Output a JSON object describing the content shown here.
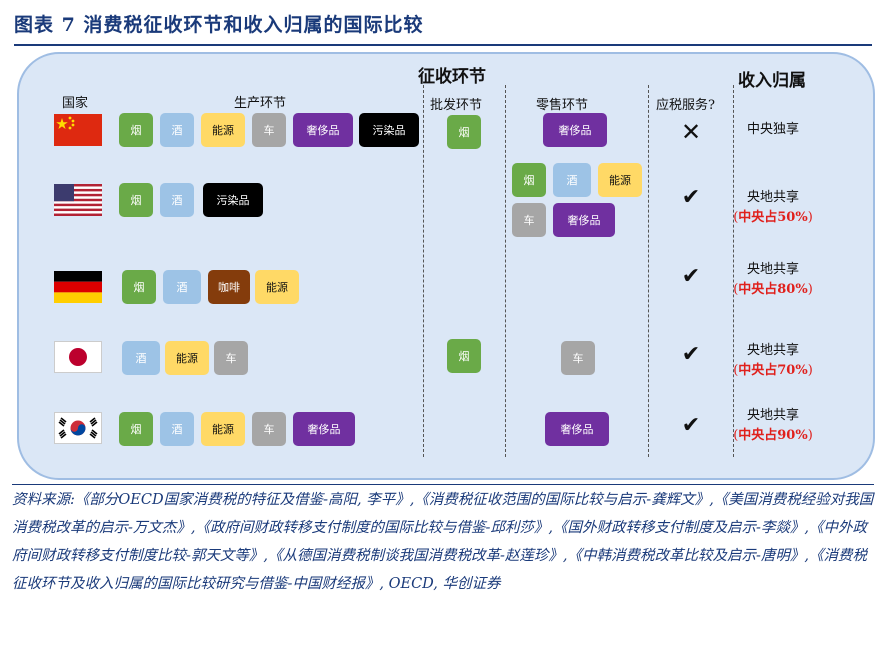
{
  "title": "图表 7   消费税征收环节和收入归属的国际比较",
  "headers": {
    "collection_stage": "征收环节",
    "revenue_attribution": "收入归属",
    "country": "国家",
    "production": "生产环节",
    "wholesale": "批发环节",
    "retail": "零售环节",
    "taxable_services": "应税服务?"
  },
  "colors": {
    "tobacco": "#6aaa48",
    "alcohol": "#9dc3e6",
    "energy": "#ffd966",
    "car": "#a6a6a6",
    "luxury": "#7030a0",
    "pollutant": "#000000",
    "coffee": "#843c0c"
  },
  "rows": [
    {
      "country": "china",
      "production": [
        "烟",
        "酒",
        "能源",
        "车",
        "奢侈品",
        "污染品"
      ],
      "wholesale": [
        "烟"
      ],
      "retail": [
        "奢侈品"
      ],
      "services": "✕",
      "share": "中央独享",
      "share_pct": ""
    },
    {
      "country": "usa",
      "production": [
        "烟",
        "酒",
        "污染品"
      ],
      "wholesale": [],
      "retail": [
        "烟",
        "酒",
        "能源",
        "车",
        "奢侈品"
      ],
      "services": "✔",
      "share": "央地共享",
      "share_pct": "中央占50%"
    },
    {
      "country": "germany",
      "production": [
        "烟",
        "酒",
        "咖啡",
        "能源"
      ],
      "wholesale": [],
      "retail": [],
      "services": "✔",
      "share": "央地共享",
      "share_pct": "中央占80%"
    },
    {
      "country": "japan",
      "production": [
        "酒",
        "能源",
        "车"
      ],
      "wholesale": [
        "烟"
      ],
      "retail": [
        "车"
      ],
      "services": "✔",
      "share": "央地共享",
      "share_pct": "中央占70%"
    },
    {
      "country": "korea",
      "production": [
        "烟",
        "酒",
        "能源",
        "车",
        "奢侈品"
      ],
      "wholesale": [],
      "retail": [
        "奢侈品"
      ],
      "services": "✔",
      "share": "央地共享",
      "share_pct": "中央占90%"
    }
  ],
  "source": "资料来源:《部分OECD国家消费税的特征及借鉴-高阳, 李平》,《消费税征收范围的国际比较与启示-龚辉文》,《美国消费税经验对我国消费税改革的启示-万文杰》,《政府间财政转移支付制度的国际比较与借鉴-邱利莎》,《国外财政转移支付制度及启示-李燚》,《中外政府间财政转移支付制度比较-郭天文等》,《从德国消费税制谈我国消费税改革-赵莲珍》,《中韩消费税改革比较及启示-唐明》,《消费税征收环节及收入归属的国际比较研究与借鉴-中国财经报》, OECD, 华创证券"
}
